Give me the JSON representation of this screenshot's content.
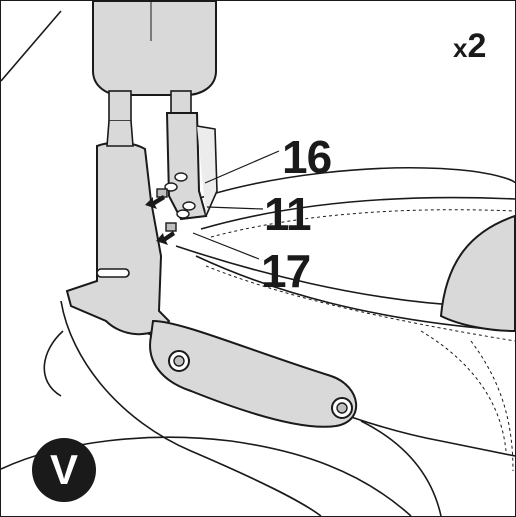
{
  "quantity": {
    "prefix": "x",
    "count": "2"
  },
  "callouts": [
    {
      "label": "16"
    },
    {
      "label": "11"
    },
    {
      "label": "17"
    }
  ],
  "badge": {
    "letter": "V"
  },
  "colors": {
    "ink": "#1a1a1a",
    "fill": "#d9d9d9",
    "paper": "#ffffff"
  }
}
